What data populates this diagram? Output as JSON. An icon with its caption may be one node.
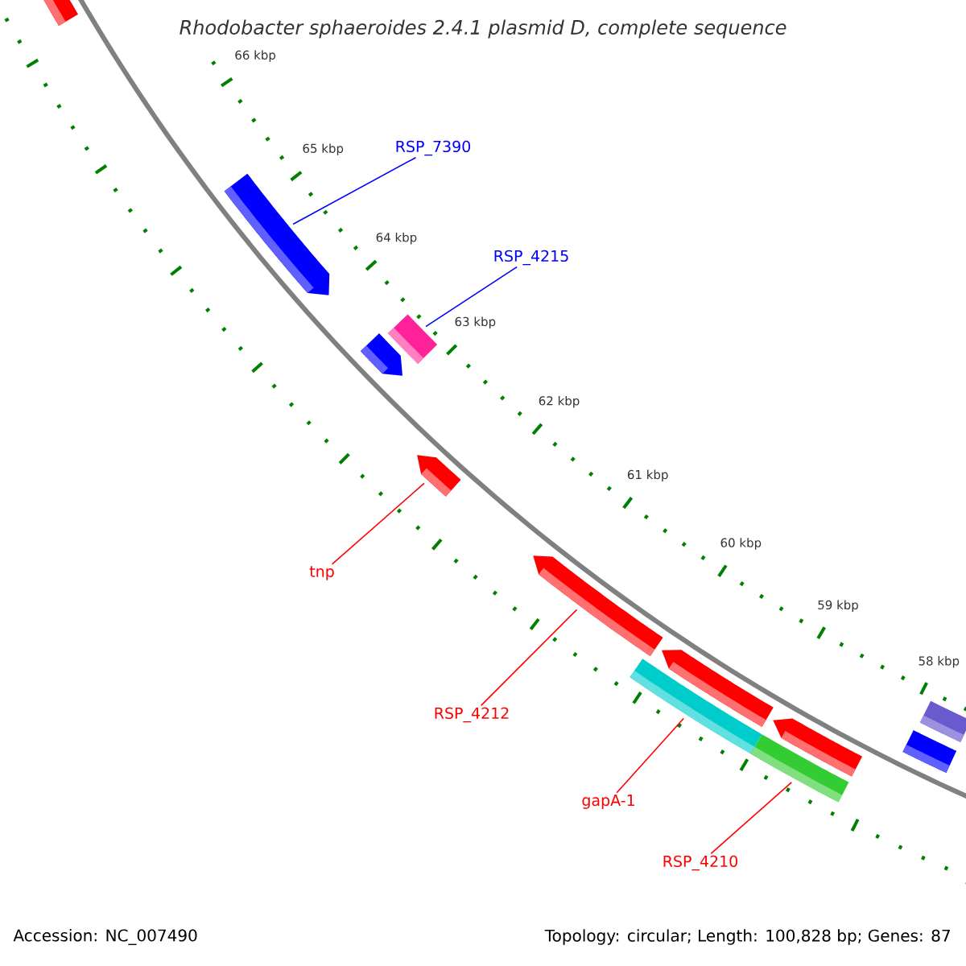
{
  "diagram": {
    "title": "Rhodobacter sphaeroides 2.4.1 plasmid D, complete sequence",
    "nodes": [
      {
        "text": [],
        "shape": "bar"
      },
      {
        "text": [],
        "shape": "arrow"
      },
      {
        "text": [],
        "shape": "bar"
      },
      {
        "text": [],
        "shape": "arrow"
      },
      {
        "text": [],
        "shape": "arrow"
      },
      {
        "text": [],
        "shape": "arrow"
      },
      {
        "text": [],
        "shape": "arrow"
      },
      {
        "text": [],
        "shape": "arrow"
      },
      {
        "text": [],
        "shape": "bar"
      },
      {
        "text": [],
        "shape": "bar"
      },
      {
        "text": [],
        "shape": "bar"
      },
      {
        "text": [],
        "shape": "bar"
      },
      {
        "text": [
          "RSP_7390"
        ]
      },
      {
        "text": [
          "RSP_4215"
        ]
      },
      {
        "text": [
          "tnp"
        ]
      },
      {
        "text": [
          "RSP_4212"
        ]
      },
      {
        "text": [
          "gapA-1"
        ]
      },
      {
        "text": [
          "RSP_4210"
        ]
      }
    ],
    "edges": [
      {
        "from": 12,
        "to": 1,
        "arrow": "none",
        "color": "#0000ff"
      },
      {
        "from": 13,
        "to": 2,
        "arrow": "none",
        "color": "#0000ff"
      },
      {
        "from": 14,
        "to": 4,
        "arrow": "none"
      },
      {
        "from": 15,
        "to": 5,
        "arrow": "none"
      },
      {
        "from": 16,
        "to": 8,
        "arrow": "none"
      },
      {
        "from": 17,
        "to": 9,
        "arrow": "none"
      }
    ],
    "labels": [
      "66 kbp",
      "65 kbp",
      "64 kbp",
      "63 kbp",
      "62 kbp",
      "61 kbp",
      "60 kbp",
      "59 kbp",
      "58 kbp",
      "Accession: NC_007490",
      "Topology: circular; Length: 100,828 bp; Genes: 87"
    ]
  }
}
